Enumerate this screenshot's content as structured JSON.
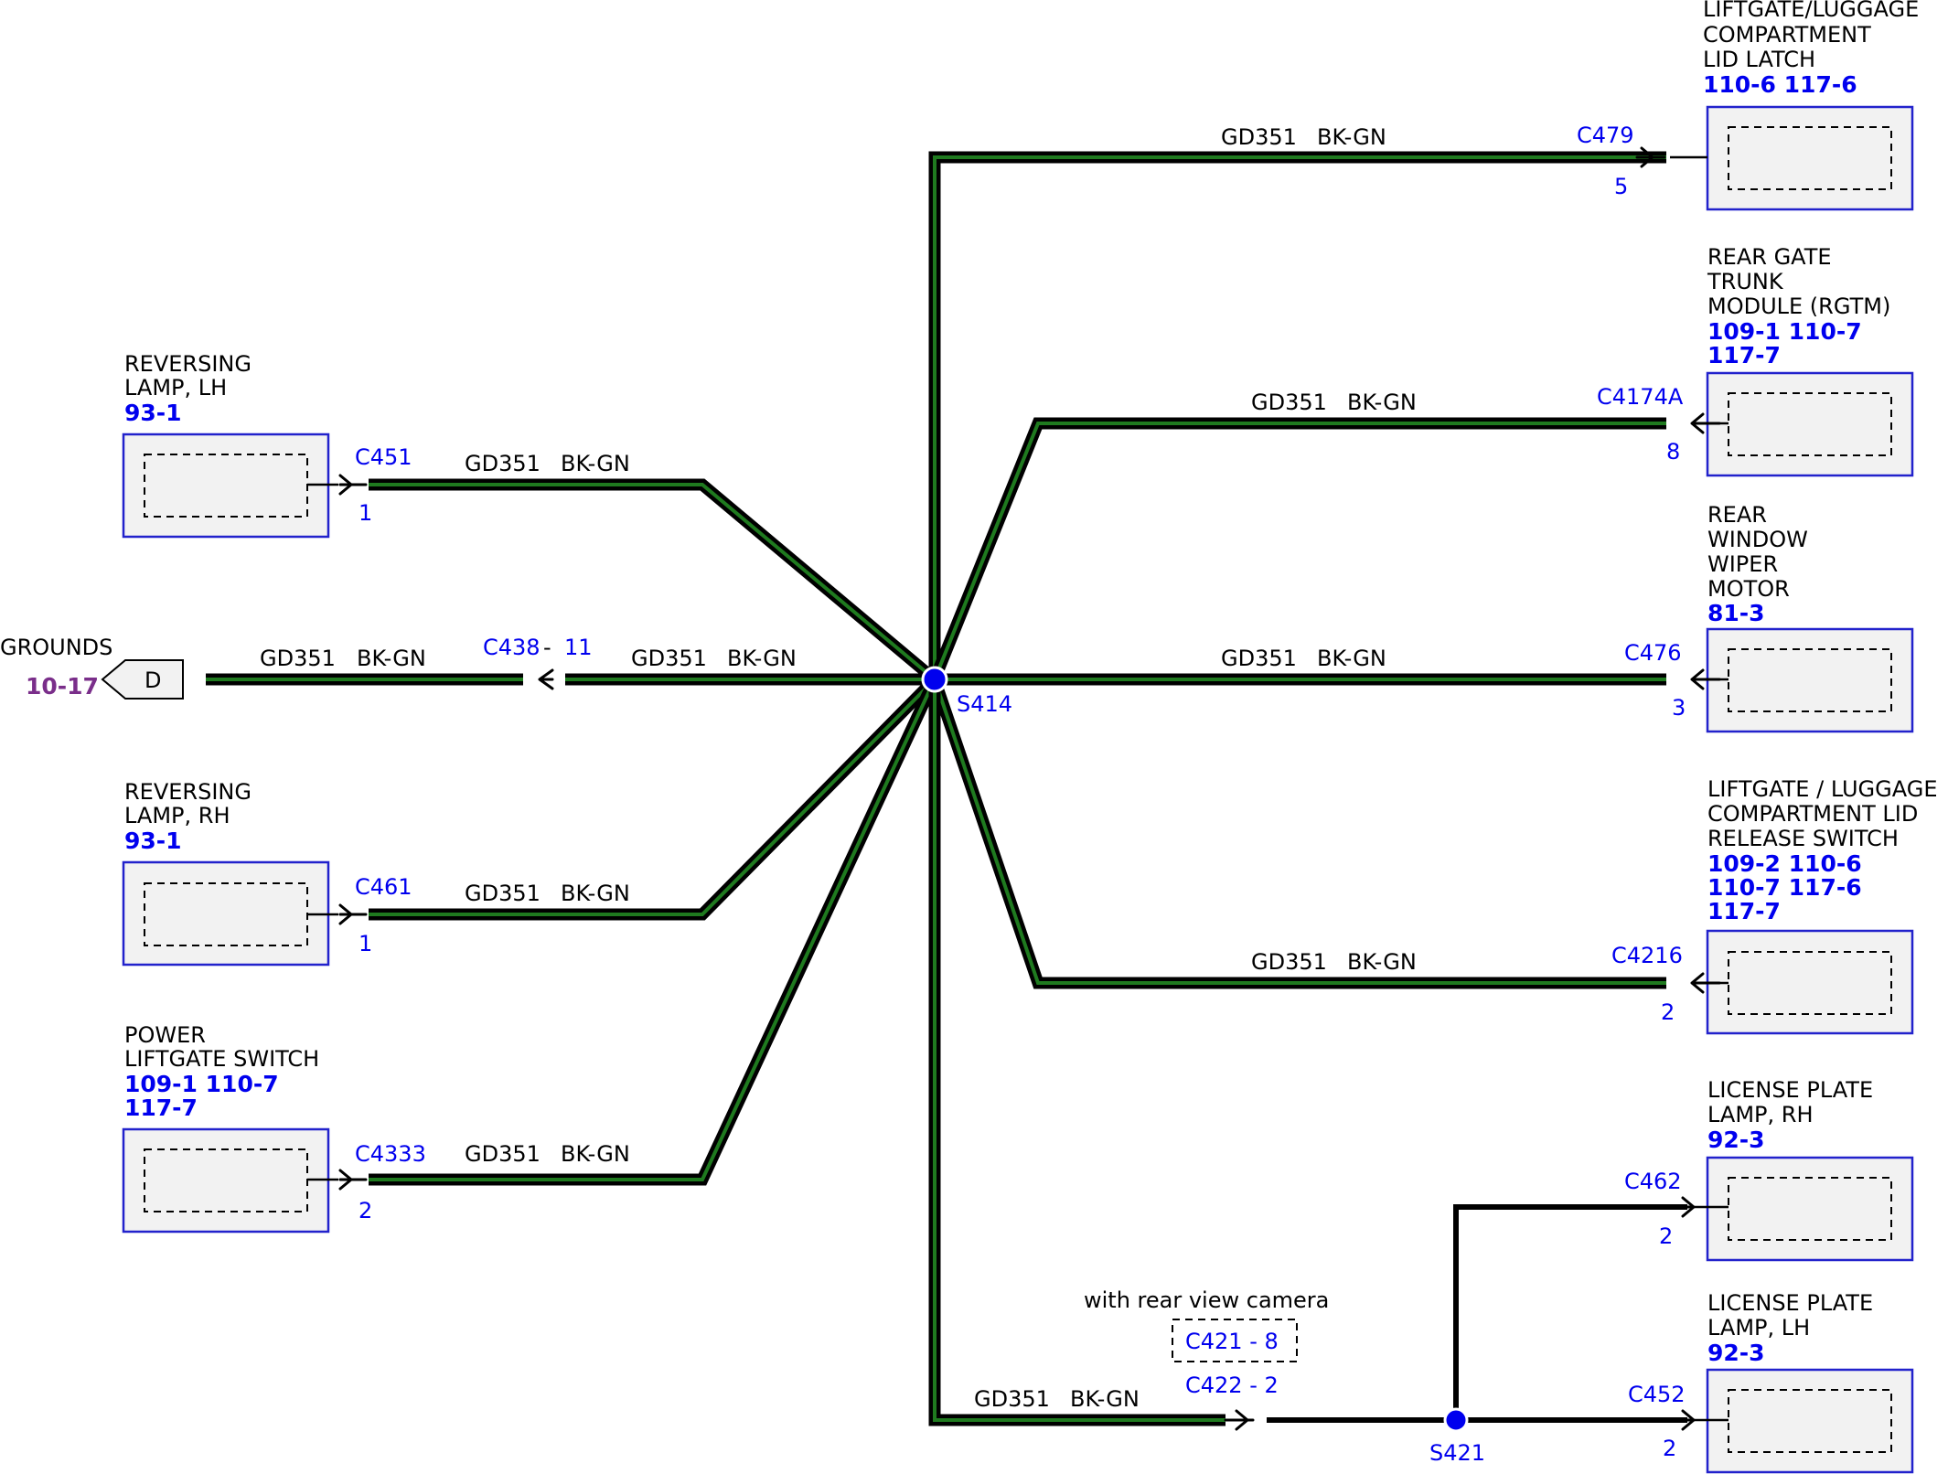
{
  "wire": {
    "circuit": "GD351",
    "color_code": "BK-GN",
    "outer_color": "#000000",
    "inner_color": "#1f7a1f"
  },
  "splices": {
    "main": {
      "name": "S414",
      "color": "#0000ee"
    },
    "secondary": {
      "name": "S421",
      "color": "#0000ee"
    }
  },
  "ground": {
    "title": "GROUNDS",
    "ref": "10-17",
    "connector_letter": "D",
    "inline_connector": "C438",
    "inline_pin": "11"
  },
  "components_left": [
    {
      "title_lines": [
        "REVERSING",
        "LAMP, LH"
      ],
      "refs": [
        "93-1"
      ],
      "connector": "C451",
      "pin": "1"
    },
    {
      "title_lines": [
        "REVERSING",
        "LAMP, RH"
      ],
      "refs": [
        "93-1"
      ],
      "connector": "C461",
      "pin": "1"
    },
    {
      "title_lines": [
        "POWER",
        "LIFTGATE SWITCH"
      ],
      "refs": [
        "109-1 110-7",
        "117-7"
      ],
      "connector": "C4333",
      "pin": "2"
    }
  ],
  "components_right": [
    {
      "title_lines": [
        "LIFTGATE/LUGGAGE",
        "COMPARTMENT",
        "LID LATCH"
      ],
      "refs": [
        "110-6 117-6"
      ],
      "connector": "C479",
      "pin": "5"
    },
    {
      "title_lines": [
        "REAR GATE",
        "TRUNK",
        "MODULE (RGTM)"
      ],
      "refs": [
        "109-1 110-7",
        "117-7"
      ],
      "connector": "C4174A",
      "pin": "8"
    },
    {
      "title_lines": [
        "REAR",
        "WINDOW",
        "WIPER",
        "MOTOR"
      ],
      "refs": [
        "81-3"
      ],
      "connector": "C476",
      "pin": "3"
    },
    {
      "title_lines": [
        "LIFTGATE / LUGGAGE",
        "COMPARTMENT LID",
        "RELEASE SWITCH"
      ],
      "refs": [
        "109-2 110-6",
        "110-7 117-6",
        "117-7"
      ],
      "connector": "C4216",
      "pin": "2"
    },
    {
      "title_lines": [
        "LICENSE PLATE",
        "LAMP, RH"
      ],
      "refs": [
        "92-3"
      ],
      "connector": "C462",
      "pin": "2"
    },
    {
      "title_lines": [
        "LICENSE PLATE",
        "LAMP, LH"
      ],
      "refs": [
        "92-3"
      ],
      "connector": "C452",
      "pin": "2"
    }
  ],
  "camera_option": {
    "note": "with rear view camera",
    "alt_connector": "C421 - 8",
    "connector": "C422 - 2"
  }
}
